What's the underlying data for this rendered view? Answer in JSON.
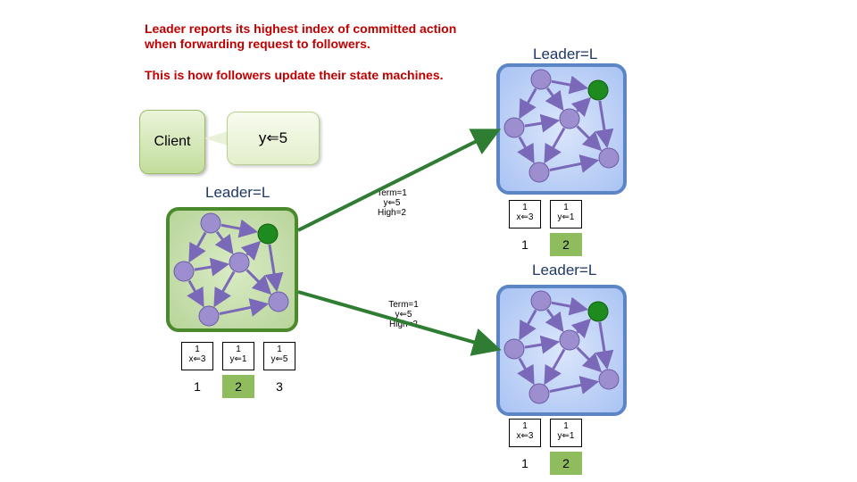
{
  "captions": {
    "line1": "Leader reports its highest index of committed action",
    "line2": "when forwarding request to followers.",
    "line3": "This is how followers update their state machines."
  },
  "client": {
    "label": "Client"
  },
  "request": {
    "text": "y⇐5"
  },
  "leader": {
    "label": "Leader=L",
    "log": [
      {
        "term": "1",
        "cmd": "x⇐3",
        "index": "1",
        "committed": false
      },
      {
        "term": "1",
        "cmd": "y⇐1",
        "index": "2",
        "committed": true
      },
      {
        "term": "1",
        "cmd": "y⇐5",
        "index": "3",
        "committed": false
      }
    ]
  },
  "messages": [
    {
      "line1": "Term=1",
      "line2": "y⇐5",
      "line3": "High=2"
    },
    {
      "line1": "Term=1",
      "line2": "y⇐5",
      "line3": "High=2"
    }
  ],
  "followers": [
    {
      "label": "Leader=L",
      "log": [
        {
          "term": "1",
          "cmd": "x⇐3",
          "index": "1",
          "committed": false
        },
        {
          "term": "1",
          "cmd": "y⇐1",
          "index": "2",
          "committed": true
        }
      ]
    },
    {
      "label": "Leader=L",
      "log": [
        {
          "term": "1",
          "cmd": "x⇐3",
          "index": "1",
          "committed": false
        },
        {
          "term": "1",
          "cmd": "y⇐1",
          "index": "2",
          "committed": true
        }
      ]
    }
  ],
  "colors": {
    "arrow": "#2e7d32",
    "leader_node": "#1e8b1e",
    "node": "#9d8fcf",
    "edge": "#7a68b8"
  }
}
